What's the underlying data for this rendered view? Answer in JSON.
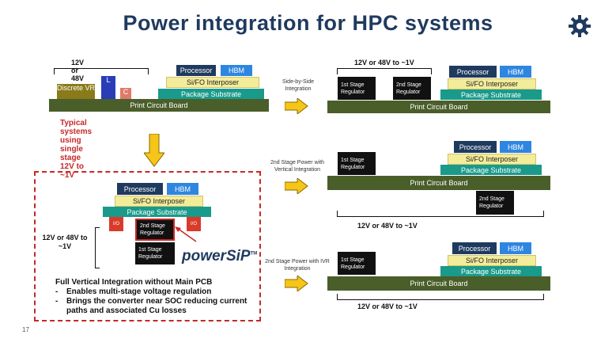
{
  "title": "Power integration for HPC systems",
  "page_number": "17",
  "labels": {
    "v12_48": "12V or 48V to ~1V",
    "pcb": "Print Circuit Board",
    "substrate": "Package Substrate",
    "interposer": "Si/FO Interposer",
    "processor": "Processor",
    "hbm": "HBM",
    "discrete_vr": "Discrete VR",
    "l": "L",
    "c": "C",
    "io": "I/O",
    "stage1": "1st Stage Regulator",
    "stage2": "2nd Stage Regulator"
  },
  "left": {
    "caption": "Typical systems using single stage 12V to ~1V"
  },
  "right_captions": {
    "side_by_side": "Side-by-Side Integration",
    "vertical": "2nd Stage Power with Vertical Integration",
    "ivr": "2nd Stage Power with IVR Integration"
  },
  "box": {
    "voltage_label_line1": "12V or 48V to",
    "voltage_label_line2": "~1V",
    "brand": "powerSiP",
    "tm": "TM",
    "heading": "Full Vertical Integration without Main PCB",
    "bullets": [
      "Enables multi-stage voltage regulation",
      "Brings the converter near SOC reducing current paths and associated Cu losses"
    ]
  },
  "colors": {
    "title": "#1f3a5f",
    "pcb": "#4a5e2a",
    "substrate": "#1a9a8a",
    "interposer": "#f3ec9a",
    "processor": "#1f3a5f",
    "hbm": "#2e86e0",
    "arrow": "#f5c518",
    "highlight": "#c62828"
  }
}
